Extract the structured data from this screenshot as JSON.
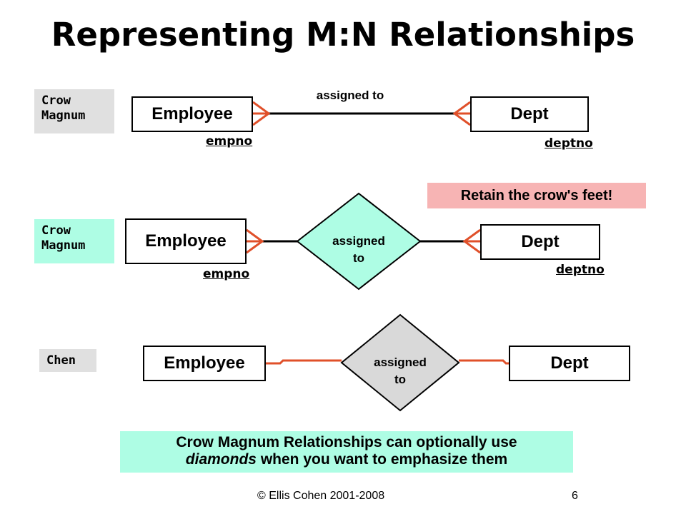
{
  "title": "Representing M:N Relationships",
  "rows": [
    {
      "notation": "Crow\nMagnum",
      "left_entity": "Employee",
      "right_entity": "Dept",
      "left_key": "empno",
      "right_key": "deptno",
      "relationship": "assigned to"
    },
    {
      "notation": "Crow\nMagnum",
      "left_entity": "Employee",
      "right_entity": "Dept",
      "left_key": "empno",
      "right_key": "deptno",
      "relationship_line1": "assigned",
      "relationship_line2": "to"
    },
    {
      "notation": "Chen",
      "left_entity": "Employee",
      "right_entity": "Dept",
      "relationship_line1": "assigned",
      "relationship_line2": "to"
    }
  ],
  "callout": "Retain the crow's feet!",
  "note": {
    "line1": "Crow Magnum Relationships can optionally use",
    "line2_em": "diamonds",
    "line2_rest": " when you want to emphasize them"
  },
  "footer": {
    "copyright": "© Ellis Cohen 2001-2008",
    "page_number": "6"
  },
  "colors": {
    "crow_tag_1": "#e0e0e0",
    "crow_tag_2": "#aefde4",
    "chen_tag": "#e0e0e0",
    "callout_bg": "#f7b4b4",
    "note_bg": "#aefde4",
    "crows_foot": "#e0502a",
    "diamond_1": "#aefde4",
    "diamond_2": "#d9d9d9"
  }
}
